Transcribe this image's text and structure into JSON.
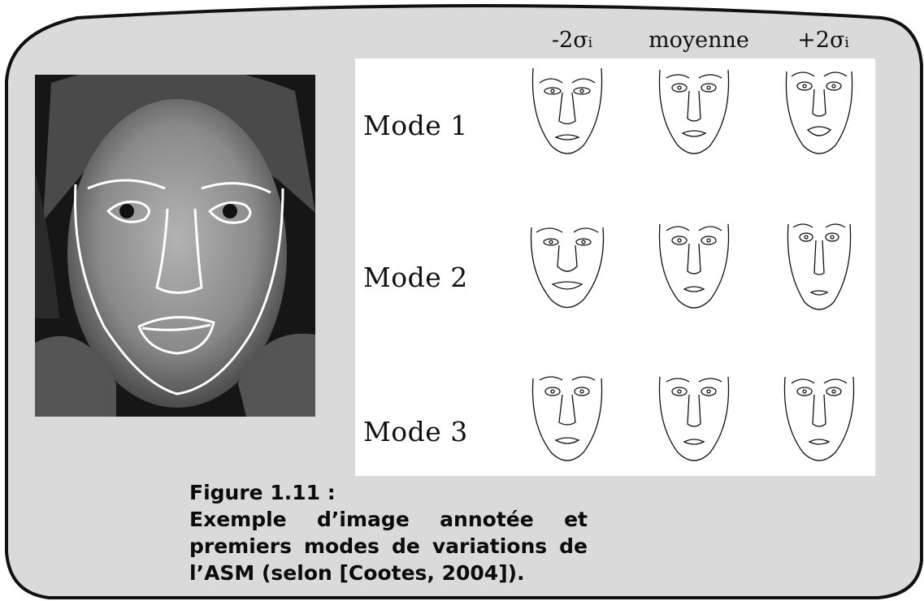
{
  "columns": [
    {
      "prefix": "-2σ",
      "sub": "i"
    },
    {
      "prefix": "moyenne",
      "sub": ""
    },
    {
      "prefix": "+2σ",
      "sub": "i"
    }
  ],
  "modes": [
    "Mode 1",
    "Mode 2",
    "Mode 3"
  ],
  "caption": {
    "title": "Figure 1.11 :",
    "body": "Exemple d’image annotée et premiers modes de variations de l’ASM (selon [Cootes, 2004])."
  },
  "colors": {
    "frame_fill": "#dadada",
    "frame_stroke": "#111111",
    "photo_bg": "#161616",
    "annotation": "#ffffff"
  }
}
